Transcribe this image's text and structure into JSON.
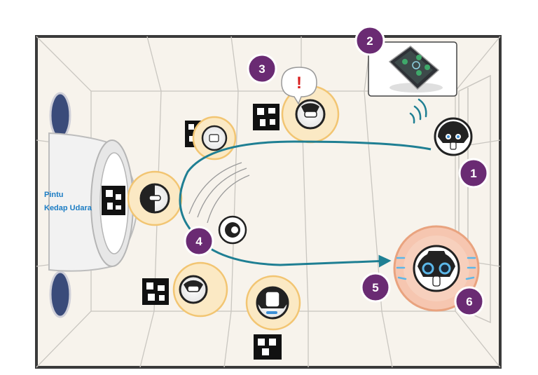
{
  "labels": {
    "door_line1": "Pintu",
    "door_line2": "Kedap Udara",
    "alert_mark": "!"
  },
  "steps": [
    "1",
    "2",
    "3",
    "4",
    "5",
    "6"
  ],
  "colors": {
    "room_floor": "#f7f3ec",
    "room_wall": "#3a3a3a",
    "grid_line": "#c9c6c0",
    "badge": "#6a2b73",
    "path": "#1f7f93",
    "highlight_ring": "#f2c572",
    "highlight_fill": "#fbe9c4",
    "alert_ring": "#e9a37f",
    "alert_fill": "#f6c6b0",
    "door_label": "#1c7dc4",
    "alert_mark": "#d81f1f",
    "window": "#3a4b7a",
    "signal": "#1f7f93"
  },
  "icons": [
    "robot-icon",
    "fiducial-marker-icon",
    "wifi-signal-icon",
    "tablet-icon",
    "alert-bubble-icon",
    "window-icon"
  ]
}
